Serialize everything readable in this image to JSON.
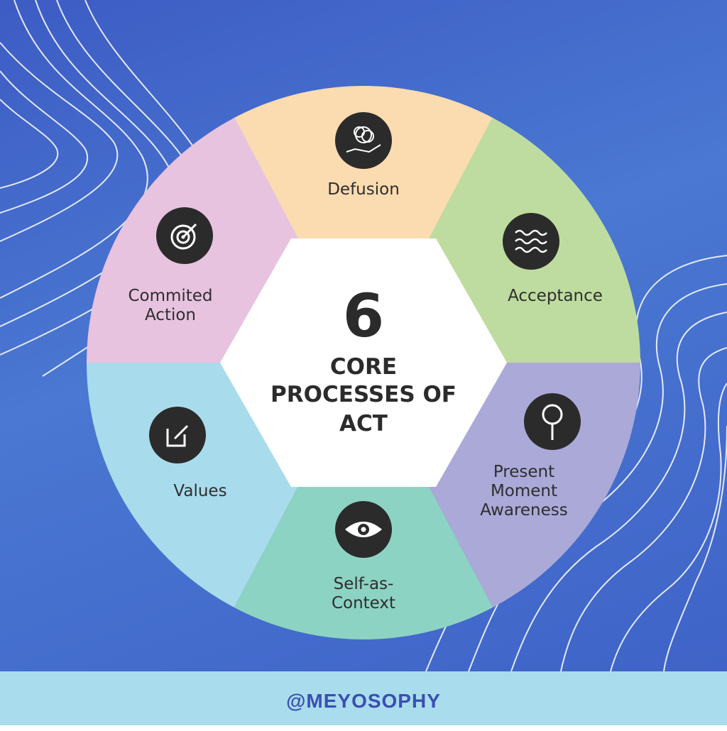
{
  "center": {
    "number": "6",
    "line1": "CORE",
    "line2": "PROCESSES OF",
    "line3": "ACT"
  },
  "segments": [
    {
      "label_lines": [
        "Defusion"
      ],
      "icon": "thought-hand-icon",
      "color": "#fbdbb0"
    },
    {
      "label_lines": [
        "Acceptance"
      ],
      "icon": "waves-icon",
      "color": "#bedc9f"
    },
    {
      "label_lines": [
        "Present",
        "Moment",
        "Awareness"
      ],
      "icon": "magnifier-icon",
      "color": "#aaa9d8"
    },
    {
      "label_lines": [
        "Self-as-",
        "Context"
      ],
      "icon": "eye-icon",
      "color": "#8dd3c3"
    },
    {
      "label_lines": [
        "Values"
      ],
      "icon": "edit-icon",
      "color": "#a8dcec"
    },
    {
      "label_lines": [
        "Commited",
        "Action"
      ],
      "icon": "target-icon",
      "color": "#e7c3df"
    }
  ],
  "footer": {
    "handle": "@MEYOSOPHY"
  },
  "colors": {
    "background": "#4569cc",
    "footer": "#a9dcec",
    "footer_text": "#3a4fb0",
    "icon_circle": "#2b2b2b"
  }
}
